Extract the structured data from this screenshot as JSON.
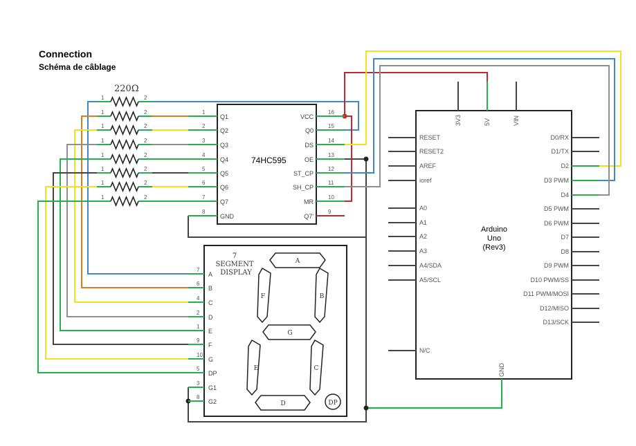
{
  "header": {
    "title": "Connection",
    "subtitle": "Schéma de câblage"
  },
  "resistors": {
    "label": "220Ω",
    "pin1": "1",
    "pin2": "2"
  },
  "chip": {
    "name": "74HC595",
    "left_pins": [
      {
        "num": "1",
        "name": "Q1"
      },
      {
        "num": "2",
        "name": "Q2"
      },
      {
        "num": "3",
        "name": "Q3"
      },
      {
        "num": "4",
        "name": "Q4"
      },
      {
        "num": "5",
        "name": "Q5"
      },
      {
        "num": "6",
        "name": "Q6"
      },
      {
        "num": "7",
        "name": "Q7"
      },
      {
        "num": "8",
        "name": "GND"
      }
    ],
    "right_pins": [
      {
        "num": "16",
        "name": "VCC"
      },
      {
        "num": "15",
        "name": "Q0"
      },
      {
        "num": "14",
        "name": "DS"
      },
      {
        "num": "13",
        "name": "OE"
      },
      {
        "num": "12",
        "name": "ST_CP"
      },
      {
        "num": "11",
        "name": "SH_CP"
      },
      {
        "num": "10",
        "name": "MR"
      },
      {
        "num": "9",
        "name": "Q7'"
      }
    ]
  },
  "display": {
    "title_num": "7",
    "title_1": "SEGMENT",
    "title_2": "DISPLAY",
    "pins": [
      {
        "num": "7",
        "name": "A"
      },
      {
        "num": "6",
        "name": "B"
      },
      {
        "num": "4",
        "name": "C"
      },
      {
        "num": "2",
        "name": "D"
      },
      {
        "num": "1",
        "name": "E"
      },
      {
        "num": "9",
        "name": "F"
      },
      {
        "num": "10",
        "name": "G"
      },
      {
        "num": "5",
        "name": "DP"
      },
      {
        "num": "3",
        "name": "G1"
      },
      {
        "num": "8",
        "name": "G2"
      }
    ],
    "segments": {
      "a": "A",
      "b": "B",
      "c": "C",
      "d": "D",
      "e": "E",
      "f": "F",
      "g": "G",
      "dp": "DP"
    }
  },
  "arduino": {
    "name_1": "Arduino",
    "name_2": "Uno",
    "name_3": "(Rev3)",
    "top_pins": [
      "3V3",
      "5V",
      "VIN"
    ],
    "bottom_pin": "GND",
    "left_pins": [
      "RESET",
      "RESET2",
      "AREF",
      "ioref",
      "A0",
      "A1",
      "A2",
      "A3",
      "A4/SDA",
      "A5/SCL",
      "N/C"
    ],
    "right_pins": [
      "D0/RX",
      "D1/TX",
      "D2",
      "D3 PWM",
      "D4",
      "D5 PWM",
      "D6 PWM",
      "D7",
      "D8",
      "D9 PWM",
      "D10 PWM/SS",
      "D11 PWM/MOSI",
      "D12/MISO",
      "D13/SCK"
    ]
  },
  "colors": {
    "blue": "#3f88c5",
    "orange": "#e07b1a",
    "yellow": "#f2e21c",
    "gray": "#8f8f8f",
    "green": "#22b14c",
    "dark": "#444444",
    "red": "#c0282d",
    "black": "#222222"
  }
}
